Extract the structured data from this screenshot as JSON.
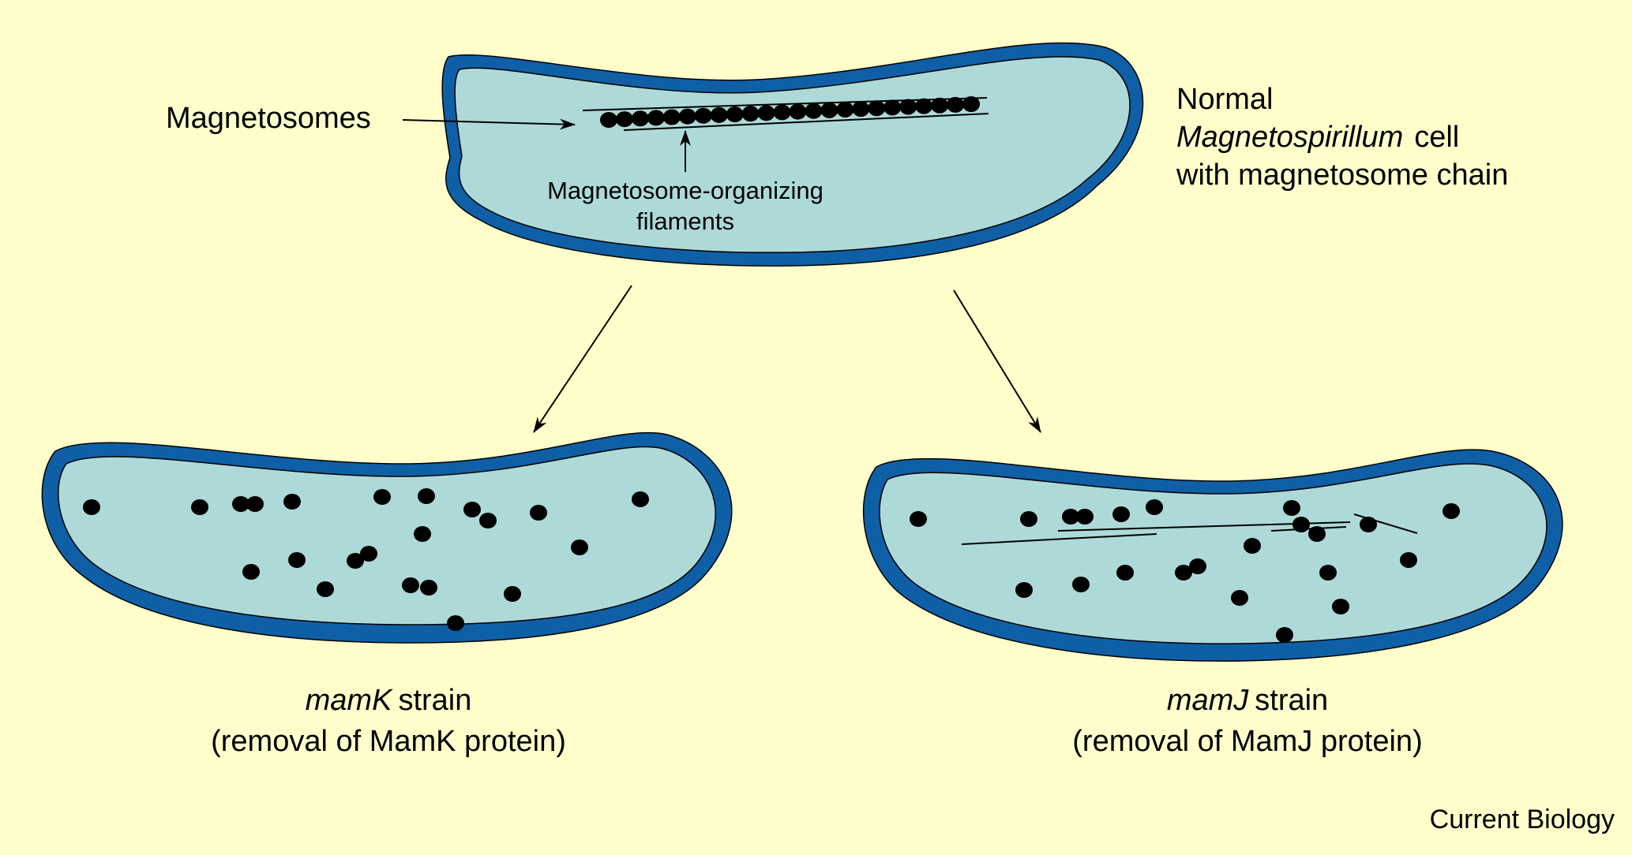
{
  "normal_cell": {
    "magnetosomes_label": "Magnetosomes",
    "filaments_label_line1": "Magnetosome-organizing",
    "filaments_label_line2": "filaments",
    "caption_line1": "Normal",
    "caption_species": "Magnetospirillum",
    "caption_cell": "cell",
    "caption_line3": "with magnetosome chain"
  },
  "mamk_cell": {
    "gene_name": "mamK",
    "strain_word": "strain",
    "description": "(removal of MamK protein)"
  },
  "mamj_cell": {
    "gene_name": "mamJ",
    "strain_word": "strain",
    "description": "(removal of MamJ protein)"
  },
  "credit": "Current Biology",
  "colors": {
    "background": "#FFFECB",
    "cell_wall": "#0F5FA6",
    "cytoplasm": "#AED9D9",
    "magnetosome": "#000000"
  }
}
